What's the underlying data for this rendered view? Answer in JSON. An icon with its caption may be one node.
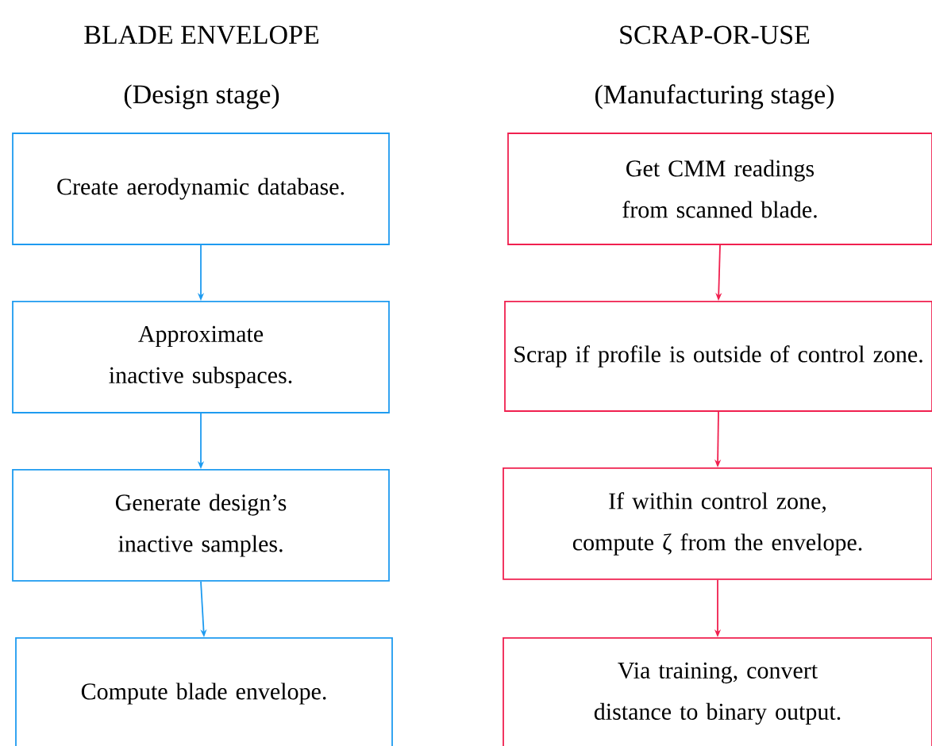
{
  "diagram": {
    "nodes": [
      {
        "text": [
          "Create aerodynamic database."
        ]
      },
      {
        "text": [
          "Approximate inactive subspaces."
        ]
      },
      {
        "text": [
          "Generate design’s inactive samples."
        ]
      },
      {
        "text": [
          "Compute blade envelope."
        ]
      },
      {
        "text": [
          "Get CMM readings from scanned blade."
        ]
      },
      {
        "text": [
          "Scrap if profile is outside of control zone."
        ]
      },
      {
        "text": [
          "If within control zone, compute ζ from the envelope."
        ]
      },
      {
        "text": [
          "Via training, convert distance to binary output."
        ]
      }
    ],
    "edges": [
      {
        "from": 0,
        "to": 1,
        "arrow": "to",
        "color": "#1e9bf0"
      },
      {
        "from": 1,
        "to": 2,
        "arrow": "to",
        "color": "#1e9bf0"
      },
      {
        "from": 2,
        "to": 3,
        "arrow": "to",
        "color": "#1e9bf0"
      },
      {
        "from": 4,
        "to": 5,
        "arrow": "to",
        "color": "#f0204f"
      },
      {
        "from": 5,
        "to": 6,
        "arrow": "to",
        "color": "#f0204f"
      },
      {
        "from": 6,
        "to": 7,
        "arrow": "to",
        "color": "#f0204f"
      }
    ],
    "labels": [
      "BLADE ENVELOPE",
      "SCRAP-OR-USE",
      "(Design stage)",
      "(Manufacturing stage)"
    ]
  }
}
